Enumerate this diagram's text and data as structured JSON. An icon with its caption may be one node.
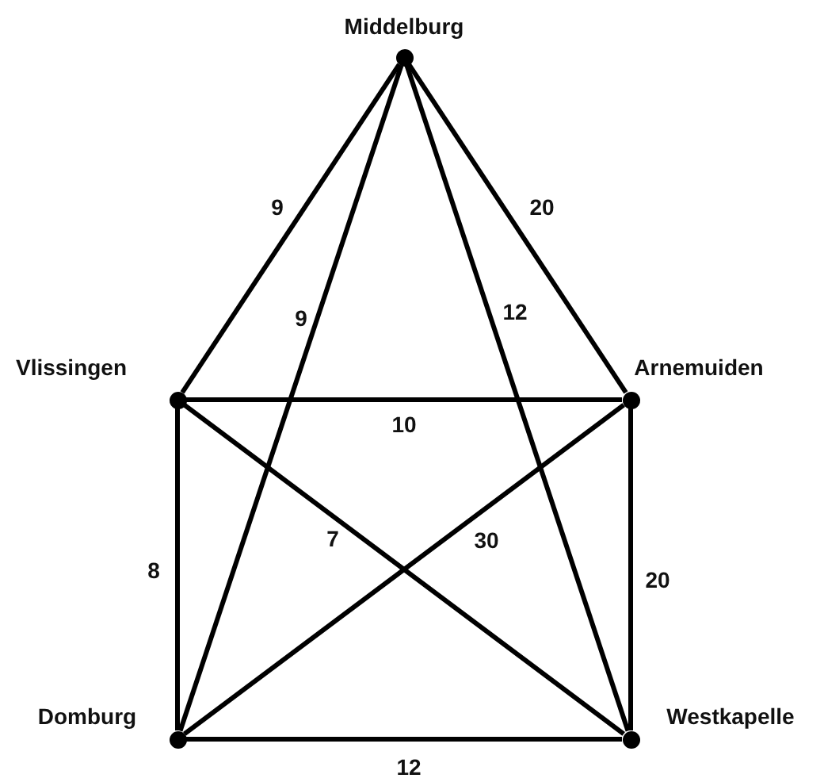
{
  "diagram": {
    "nodes": [
      {
        "text": [],
        "shape": "circle",
        "beside": [
          "Middelburg"
        ]
      },
      {
        "text": [],
        "shape": "circle",
        "beside": [
          "Vlissingen"
        ]
      },
      {
        "text": [],
        "shape": "circle",
        "beside": [
          "Arnemuiden"
        ]
      },
      {
        "text": [],
        "shape": "circle",
        "beside": [
          "Domburg"
        ]
      },
      {
        "text": [],
        "shape": "circle",
        "beside": [
          "Westkapelle"
        ]
      }
    ],
    "edges": [
      {
        "from": 0,
        "to": 1,
        "arrow": "none",
        "label": "9"
      },
      {
        "from": 0,
        "to": 3,
        "arrow": "none",
        "label": "9"
      },
      {
        "from": 0,
        "to": 4,
        "arrow": "none",
        "label": "12"
      },
      {
        "from": 0,
        "to": 2,
        "arrow": "none",
        "label": "20"
      },
      {
        "from": 1,
        "to": 2,
        "arrow": "none",
        "label": "10"
      },
      {
        "from": 1,
        "to": 3,
        "arrow": "none",
        "label": "8"
      },
      {
        "from": 1,
        "to": 4,
        "arrow": "none",
        "label": "7"
      },
      {
        "from": 3,
        "to": 2,
        "arrow": "none",
        "label": "30"
      },
      {
        "from": 2,
        "to": 4,
        "arrow": "none",
        "label": "20"
      },
      {
        "from": 3,
        "to": 4,
        "arrow": "none",
        "label": "12"
      }
    ]
  }
}
